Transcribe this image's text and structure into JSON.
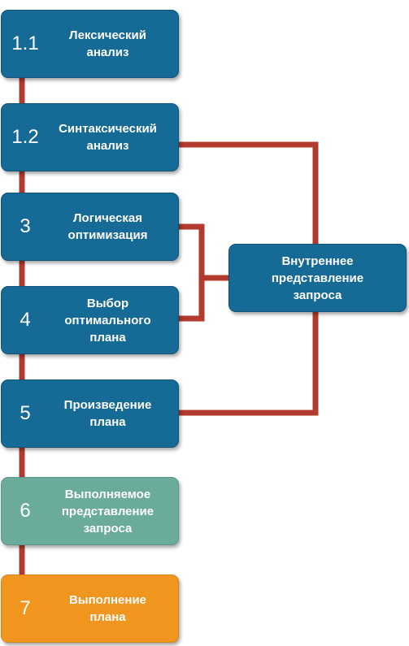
{
  "colors": {
    "step_fill": "#166a96",
    "step_border": "#0f5478",
    "executable_fill": "#6aab9b",
    "execution_fill": "#f0951e",
    "connector": "#b23a2e"
  },
  "steps": [
    {
      "number": "1.1",
      "label": "Лексический\nанализ"
    },
    {
      "number": "1.2",
      "label": "Синтаксический\nанализ"
    },
    {
      "number": "3",
      "label": "Логическая\nоптимизация"
    },
    {
      "number": "4",
      "label": "Выбор\nоптимального\nплана"
    },
    {
      "number": "5",
      "label": "Произведение\nплана"
    },
    {
      "number": "6",
      "label": "Выполняемое\nпредставление\nзапроса"
    },
    {
      "number": "7",
      "label": "Выполнение\nплана"
    }
  ],
  "internal": {
    "label": "Внутреннее\nпредставление\nзапроса"
  }
}
